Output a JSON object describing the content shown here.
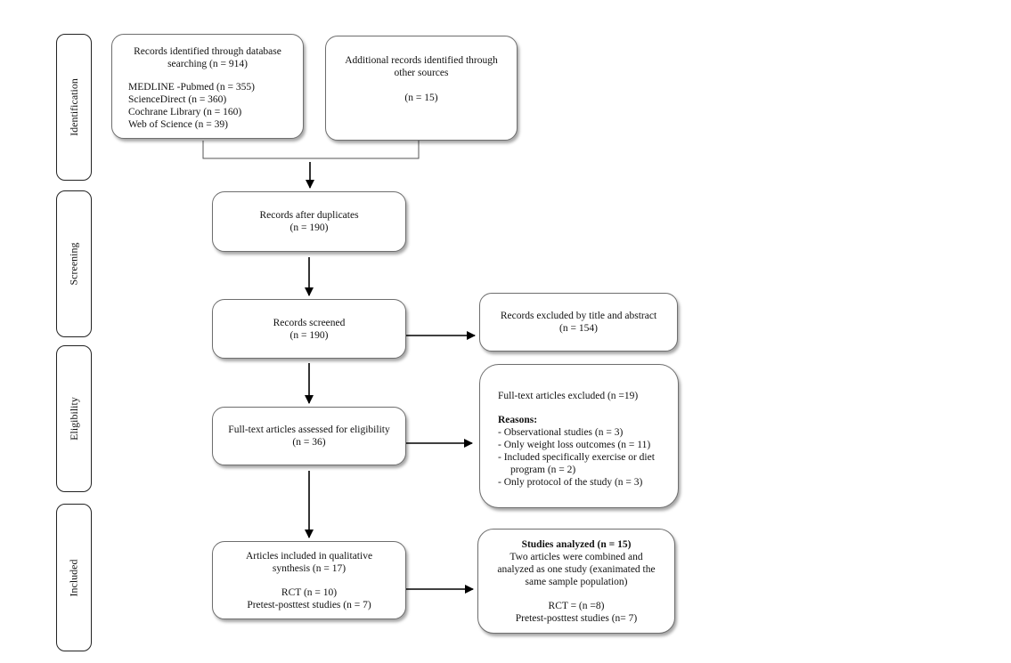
{
  "phases": {
    "identification": "Identification",
    "screening": "Screening",
    "eligibility": "Eligibility",
    "included": "Included"
  },
  "boxes": {
    "db_search": {
      "line1": "Records identified through database",
      "line2": "searching (n = 914)",
      "sources": [
        "MEDLINE -Pubmed (n = 355)",
        "ScienceDirect (n = 360)",
        "Cochrane Library (n = 160)",
        "Web of Science (n = 39)"
      ]
    },
    "other_sources": {
      "line1": "Additional records identified through",
      "line2": "other sources",
      "count": "(n = 15)"
    },
    "after_duplicates": {
      "line1": "Records after duplicates",
      "line2": "(n = 190)"
    },
    "screened": {
      "line1": "Records screened",
      "line2": "(n = 190)"
    },
    "excluded_title": {
      "line1": "Records excluded by title and abstract",
      "line2": "(n = 154)"
    },
    "fulltext_assessed": {
      "line1": "Full-text articles assessed for eligibility",
      "line2": "(n = 36)"
    },
    "fulltext_excluded": {
      "title": "Full-text articles excluded (n =19)",
      "reasons_label": "Reasons:",
      "reasons": [
        "- Observational studies (n = 3)",
        "- Only weight loss outcomes (n = 11)",
        "- Included specifically exercise or diet",
        "program (n = 2)",
        "- Only protocol of the study (n = 3)"
      ]
    },
    "qualitative": {
      "line1": "Articles included in qualitative",
      "line2": "synthesis (n = 17)",
      "rct": "RCT (n = 10)",
      "pretest": "Pretest-posttest studies (n = 7)"
    },
    "analyzed": {
      "title": "Studies analyzed (n = 15)",
      "line1": "Two articles were combined and",
      "line2": "analyzed as one study (exanimated the",
      "line3": "same sample population)",
      "rct": "RCT = (n =8)",
      "pretest": "Pretest-posttest studies  (n= 7)"
    }
  }
}
